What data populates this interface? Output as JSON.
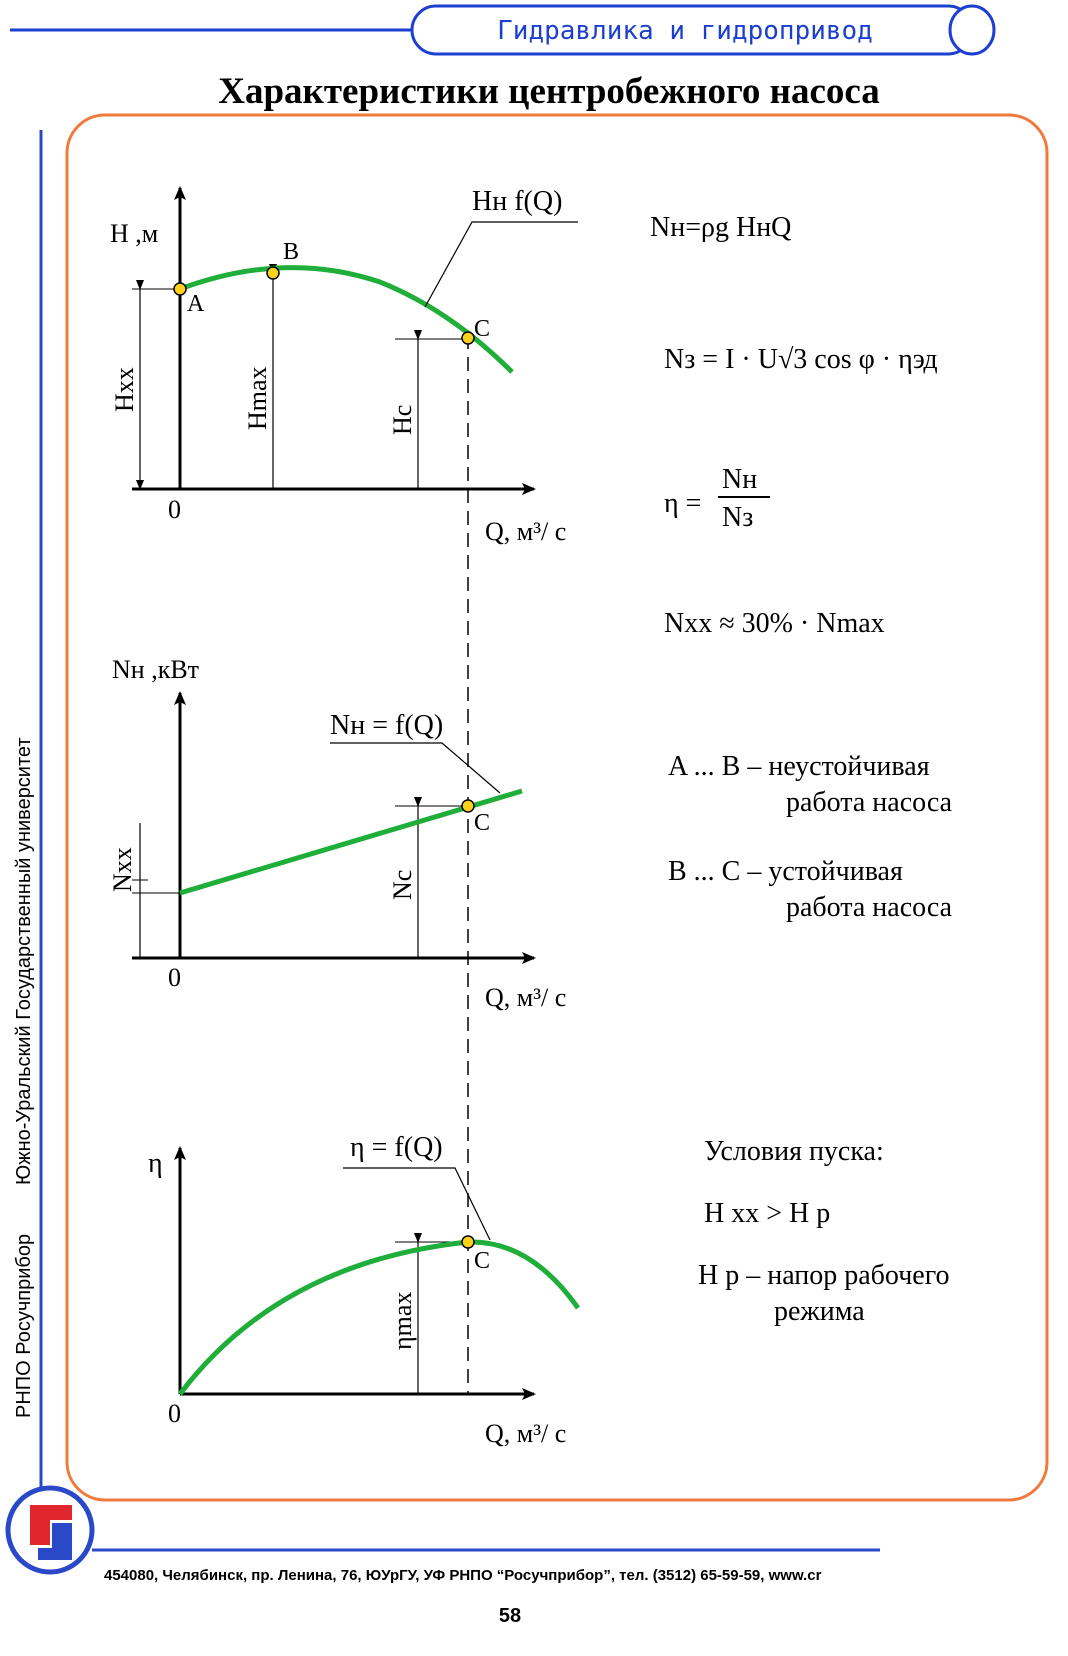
{
  "header": {
    "series_title": "Гидравлика и гидропривод",
    "page_title": "Характеристики центробежного насоса"
  },
  "colors": {
    "frame": "#f07a3c",
    "header_blue": "#1d3fd0",
    "curve": "#1fae3a",
    "point_fill": "#ffd21a",
    "logo_red": "#e2262d",
    "logo_blue": "#2a49c8"
  },
  "side_label": {
    "org": "РНПО Росучприбор",
    "university": "Южно-Уральский Государственный университет"
  },
  "graph1": {
    "axis_y": "H ,м",
    "axis_x": "Q,  м³/ с",
    "origin": "0",
    "curve_label": "Hн f(Q)",
    "point_a": "A",
    "point_b": "B",
    "point_c": "C",
    "dim_hxx": "Hxx",
    "dim_hmax": "Hmax",
    "dim_hc": "Hc"
  },
  "graph2": {
    "axis_y": "Nн ,кВт",
    "axis_x": "Q,  м³/ с",
    "origin": "0",
    "curve_label": "Nн = f(Q)",
    "point_c": "C",
    "dim_nxx": "Nxx",
    "dim_nc": "Nc"
  },
  "graph3": {
    "axis_y": "η",
    "axis_x": "Q,  м³/ с",
    "origin": "0",
    "curve_label": "η = f(Q)",
    "point_c": "C",
    "dim_etamax": "ηmax"
  },
  "formulas": {
    "f1": "Nн=ρg HнQ",
    "f2": "Nз = I · U√3 cos φ · ηэд",
    "f3_lhs": "η =",
    "f3_num": "Nн",
    "f3_den": "Nз",
    "f4": "Nxx ≈ 30% · Nmax"
  },
  "notes": {
    "ab_1": "A ... B – неустойчивая",
    "ab_2": "работа насоса",
    "bc_1": "B ... C – устойчивая",
    "bc_2": "работа насоса"
  },
  "start": {
    "title": "Условия пуска:",
    "condition": "H xx > H p",
    "def_1": "H p – напор рабочего",
    "def_2": "режима"
  },
  "footer": {
    "address": "454080, Челябинск, пр. Ленина, 76, ЮУрГУ, УФ РНПО “Росучприбор”, тел. (3512) 65-59-59, www.cr",
    "page_number": "58"
  }
}
